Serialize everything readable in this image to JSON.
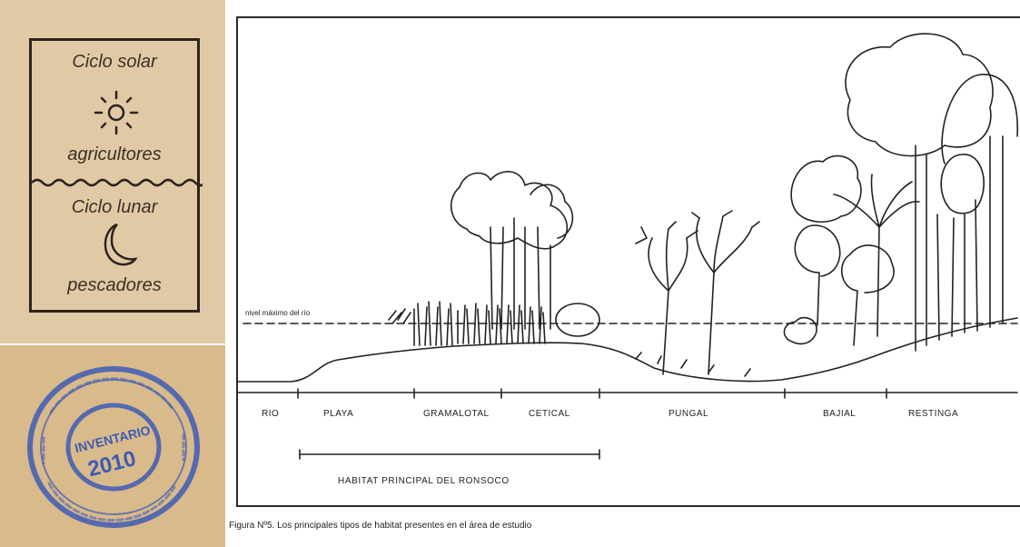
{
  "left_panel": {
    "solar": {
      "title": "Ciclo solar",
      "subtitle": "agricultores",
      "icon": "sun-icon"
    },
    "lunar": {
      "title": "Ciclo lunar",
      "subtitle": "pescadores",
      "icon": "crescent-moon-icon"
    },
    "stamp": {
      "line_center": "INVENTARIO",
      "year": "2010",
      "icon": "circular-ink-stamp",
      "color": "#3d5bb5"
    },
    "colors": {
      "card": "#e2c9a6",
      "stamp_card": "#d9ba8b",
      "ink": "#2b231c"
    }
  },
  "diagram": {
    "river_level_label": "nivel máximo del río",
    "zones": [
      "RIO",
      "PLAYA",
      "GRAMALOTAL",
      "CETICAL",
      "PUNGAL",
      "BAJIAL",
      "RESTINGA"
    ],
    "habitat_label": "HABITAT PRINCIPAL DEL RONSOCO",
    "caption": "Figura Nº5.  Los principales tipos de habitat presentes en el área de estudio"
  }
}
